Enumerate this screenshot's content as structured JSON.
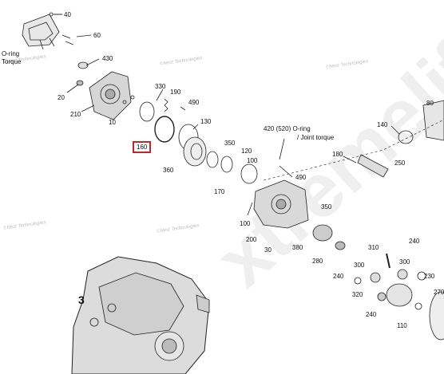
{
  "watermark": "xtremelife",
  "brand_tag": "©Nest Technologies",
  "figure_number": "3",
  "highlighted_part": "160",
  "callouts": {
    "p40": "40",
    "p60": "60",
    "oring_top": "O-ring",
    "torque_top": "Torque",
    "p430": "430",
    "p20": "20",
    "p210": "210",
    "p10": "10",
    "p330": "330",
    "p190": "190",
    "p490a": "490",
    "p130": "130",
    "p420": "420 (520) O-ring",
    "joint": "/ Joint torque",
    "p140": "140",
    "p80": "80",
    "p350a": "350",
    "p120": "120",
    "p100a": "100",
    "p360": "360",
    "p170": "170",
    "p490b": "490",
    "p180": "180",
    "p250": "250",
    "p350b": "350",
    "p100b": "100",
    "p200": "200",
    "p30": "30",
    "p380": "380",
    "p280": "280",
    "p310": "310",
    "p240a": "240",
    "p300a": "300",
    "p300b": "300",
    "p240b": "240",
    "p230": "230",
    "p320": "320",
    "p270": "270",
    "p240c": "240",
    "p110": "110"
  }
}
